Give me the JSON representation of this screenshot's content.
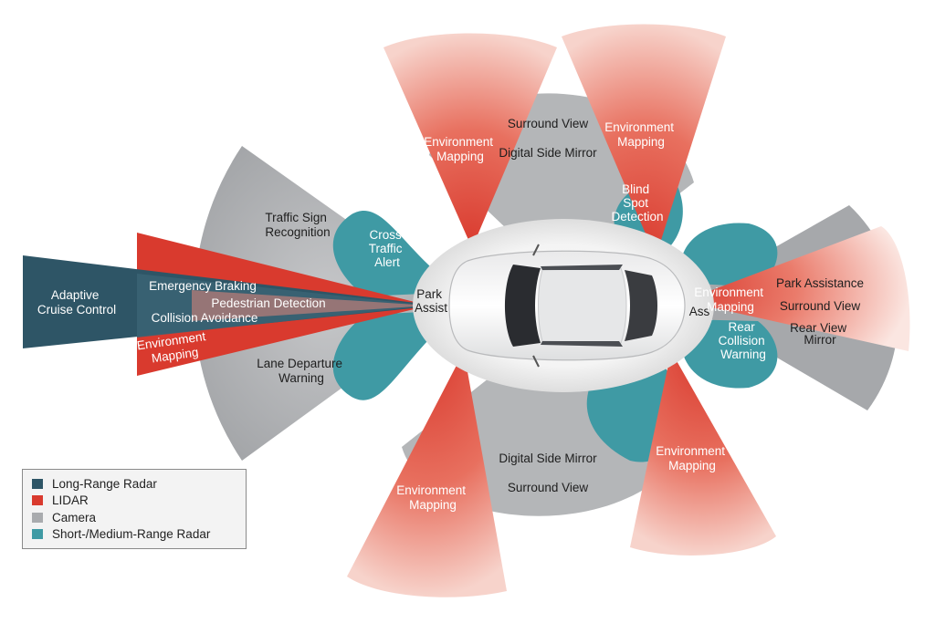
{
  "colors": {
    "long_range_radar": "#2e5566",
    "lidar": "#d93a2e",
    "camera": "#a9abae",
    "short_medium_range_radar": "#3f9aa4"
  },
  "labels": {
    "adaptive_cruise_control": [
      "Adaptive",
      "Cruise Control"
    ],
    "emergency_braking": "Emergency Braking",
    "pedestrian_detection": "Pedestrian Detection",
    "collision_avoidance": "Collision Avoidance",
    "env_mapping_front_left": [
      "Environment",
      "Mapping"
    ],
    "traffic_sign_recognition": [
      "Traffic Sign",
      "Recognition"
    ],
    "lane_departure_warning": [
      "Lane Departure",
      "Warning"
    ],
    "cross_traffic_alert": [
      "Cross",
      "Traffic",
      "Alert"
    ],
    "park_assist": [
      "Park",
      "Assist"
    ],
    "surround_view_top": "Surround View",
    "digital_side_mirror_top": "Digital Side Mirror",
    "env_mapping_top_left": [
      "Environment",
      "Mapping"
    ],
    "env_mapping_top_right": [
      "Environment",
      "Mapping"
    ],
    "blind_spot_detection": [
      "Blind",
      "Spot",
      "Detection"
    ],
    "digital_side_mirror_bottom": "Digital Side Mirror",
    "surround_view_bottom": "Surround View",
    "env_mapping_bottom_left": [
      "Environment",
      "Mapping"
    ],
    "env_mapping_bottom_right": [
      "Environment",
      "Mapping"
    ],
    "env_mapping_rear": [
      "Environment",
      "Mapping"
    ],
    "park_assistance": "Park Assistance",
    "surround_view_rear": "Surround View",
    "rear_view_mirror": [
      "Rear View",
      "Mirror"
    ],
    "rear_collision_warning": [
      "Rear",
      "Collision",
      "Warning"
    ],
    "rear_park_assist_fragment": "Ass"
  },
  "legend": [
    {
      "label": "Long-Range Radar",
      "color_key": "long_range_radar"
    },
    {
      "label": "LIDAR",
      "color_key": "lidar"
    },
    {
      "label": "Camera",
      "color_key": "camera"
    },
    {
      "label": "Short-/Medium-Range Radar",
      "color_key": "short_medium_range_radar"
    }
  ]
}
